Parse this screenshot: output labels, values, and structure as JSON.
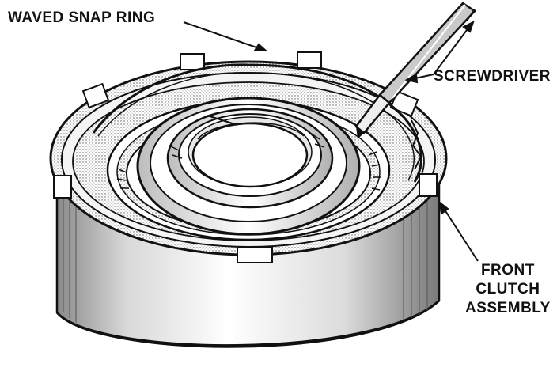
{
  "labels": {
    "waved_snap_ring": "WAVED SNAP RING",
    "screwdriver": "SCREWDRIVER",
    "front_clutch_line1": "FRONT",
    "front_clutch_line2": "CLUTCH",
    "front_clutch_line3": "ASSEMBLY"
  },
  "colors": {
    "ink": "#111111",
    "paper": "#ffffff",
    "shade": "#9a9a9a"
  }
}
